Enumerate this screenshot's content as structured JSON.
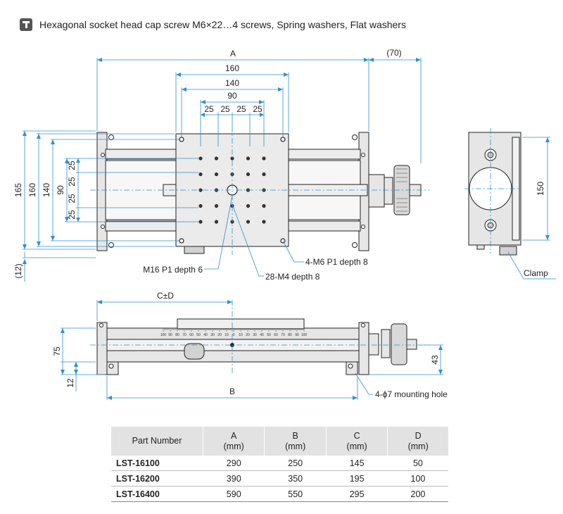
{
  "header": {
    "icon": "screw-fastener-icon",
    "text": "Hexagonal socket head cap screw M6×22…4 screws, Spring washers, Flat washers"
  },
  "dims": {
    "A": "A",
    "d70": "(70)",
    "d160": "160",
    "d140": "140",
    "d90": "90",
    "d25": "25",
    "d165": "165",
    "d12p": "(12)",
    "d150": "150",
    "CD": "C±D",
    "d75": "75",
    "d12": "12",
    "d43": "43",
    "B": "B"
  },
  "callouts": {
    "m16": "M16 P1 depth 6",
    "m4": "28-M4 depth 8",
    "m6": "4-M6 P1 depth 8",
    "clamp": "Clamp",
    "mount": "4-ϕ7 mounting hole"
  },
  "scale_labels": [
    "100",
    "90",
    "80",
    "70",
    "60",
    "50",
    "40",
    "30",
    "20",
    "10",
    "0",
    "10",
    "20",
    "30",
    "40",
    "50",
    "60",
    "70",
    "80",
    "90",
    "100"
  ],
  "table": {
    "headers": [
      {
        "line1": "Part Number",
        "line2": ""
      },
      {
        "line1": "A",
        "line2": "(mm)"
      },
      {
        "line1": "B",
        "line2": "(mm)"
      },
      {
        "line1": "C",
        "line2": "(mm)"
      },
      {
        "line1": "D",
        "line2": "(mm)"
      }
    ],
    "rows": [
      {
        "part": "LST-16100",
        "a": "290",
        "b": "250",
        "c": "145",
        "d": "50"
      },
      {
        "part": "LST-16200",
        "a": "390",
        "b": "350",
        "c": "195",
        "d": "100"
      },
      {
        "part": "LST-16400",
        "a": "590",
        "b": "550",
        "c": "295",
        "d": "200"
      }
    ]
  },
  "colors": {
    "dimension": "#2f8fd0",
    "outline": "#222222",
    "part_fill": "#e6e6e6",
    "table_header": "#e2e2e2"
  }
}
